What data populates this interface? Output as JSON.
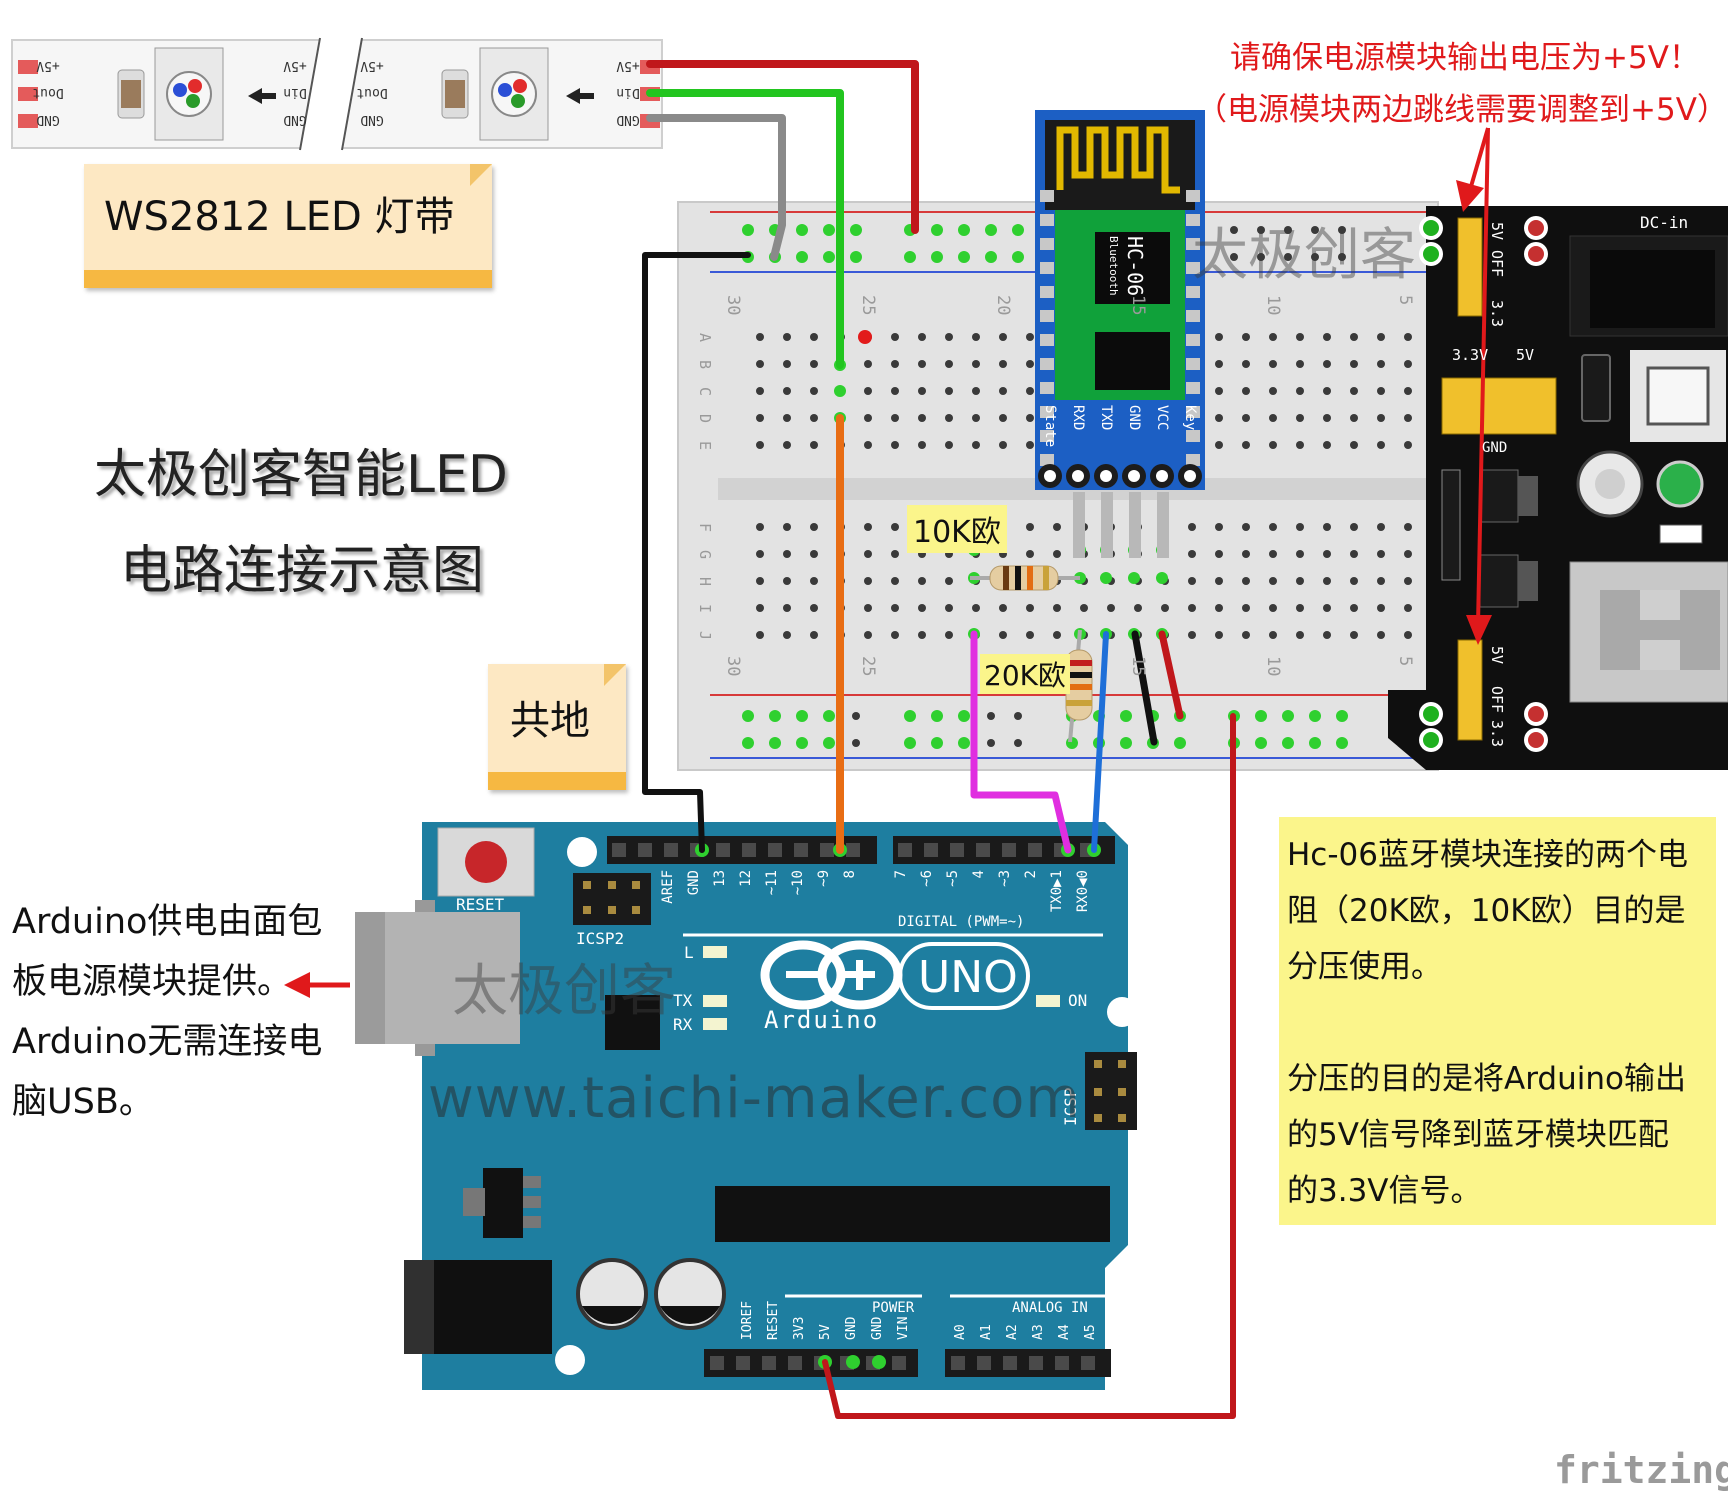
{
  "labels": {
    "led_strip": "WS2812 LED 灯带",
    "title_line1": "太极创客智能LED",
    "title_line2": "电路连接示意图",
    "common_ground": "共地",
    "resistor_10k": "10K欧",
    "resistor_20k": "20K欧",
    "warning_line1": "请确保电源模块输出电压为+5V！",
    "warning_line2": "（电源模块两边跳线需要调整到+5V）",
    "left_note": [
      "Arduino供电由面包",
      "板电源模块提供。",
      "Arduino无需连接电",
      "脑USB。"
    ],
    "info_note": [
      "Hc-06蓝牙模块连接的两个电",
      "阻（20K欧，10K欧）目的是",
      "分压使用。",
      "",
      "分压的目的是将Arduino输出",
      "的5V信号降到蓝牙模块匹配",
      "的3.3V信号。"
    ],
    "watermark_cn": "太极创客",
    "watermark_url": "www.taichi-maker.com",
    "fritzing": "fritzing"
  },
  "led_strip": {
    "pins_left": [
      "+5V",
      "Dout",
      "GND"
    ],
    "pins_mid_a": [
      "+5V",
      "Din",
      "GND"
    ],
    "pins_mid_b": [
      "+5V",
      "Dout",
      "GND"
    ],
    "pins_right": [
      "+5V",
      "Din",
      "GND"
    ]
  },
  "bluetooth": {
    "model": "HC-06",
    "subtitle": "Bluetooth",
    "pins": [
      "State",
      "RXD",
      "TXD",
      "GND",
      "VCC",
      "Key"
    ]
  },
  "power_module": {
    "dc_in": "DC-in",
    "jumper_top": [
      "5V",
      "OFF",
      "3.3"
    ],
    "mid_labels": [
      "3.3V",
      "5V",
      "GND"
    ],
    "jumper_bottom": [
      "5V",
      "OFF",
      "3.3"
    ]
  },
  "breadboard": {
    "col_numbers": [
      "30",
      "25",
      "20",
      "15",
      "10",
      "5"
    ],
    "row_letters_top": [
      "A",
      "B",
      "C",
      "D",
      "E"
    ],
    "row_letters_bottom": [
      "F",
      "G",
      "H",
      "I",
      "J"
    ]
  },
  "arduino": {
    "reset": "RESET",
    "icsp2": "ICSP2",
    "digital_label": "DIGITAL (PWM=~)",
    "digital_pins": [
      "AREF",
      "GND",
      "13",
      "12",
      "~11",
      "~10",
      "~9",
      "8",
      "7",
      "~6",
      "~5",
      "4",
      "~3",
      "2",
      "TX0▶1",
      "RX0◀0"
    ],
    "led_labels": [
      "L",
      "TX",
      "RX",
      "ON"
    ],
    "brand": "Arduino",
    "model": "UNO",
    "icsp": "ICSP",
    "power_label": "POWER",
    "power_pins": [
      "IOREF",
      "RESET",
      "3V3",
      "5V",
      "GND",
      "GND",
      "VIN"
    ],
    "analog_label": "ANALOG IN",
    "analog_pins": [
      "A0",
      "A1",
      "A2",
      "A3",
      "A4",
      "A5"
    ]
  },
  "colors": {
    "wire_red": "#c0171b",
    "wire_green": "#22c51f",
    "wire_gray": "#8a8a8a",
    "wire_black": "#111111",
    "wire_orange": "#e86d14",
    "wire_magenta": "#e02ee0",
    "wire_blue": "#1e6fd8",
    "arduino_body": "#1e7ea0",
    "bt_body": "#1c5fc4",
    "warning_red": "#e0191b"
  }
}
